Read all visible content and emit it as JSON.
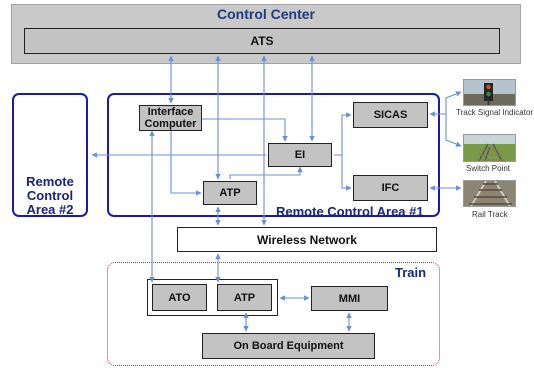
{
  "control_center": {
    "title": "Control Center",
    "ats_label": "ATS"
  },
  "remote_area_1": {
    "label": "Remote Control Area #1",
    "interface_computer": "Interface Computer",
    "ei": "EI",
    "atp": "ATP",
    "sicas": "SICAS",
    "ifc": "IFC"
  },
  "remote_area_2": {
    "line1": "Remote",
    "line2": "Control",
    "line3": "Area #2"
  },
  "wireless_network": "Wireless Network",
  "train": {
    "label": "Train",
    "ato": "ATO",
    "atp": "ATP",
    "mmi": "MMI",
    "on_board_equipment": "On Board Equipment"
  },
  "field_devices": {
    "track_signal_indicator": "Track Signal  Indicator",
    "switch_point": "Switch Point",
    "rail_track": "Rail Track"
  },
  "colors": {
    "link_line": "#6b8fd6",
    "area_frame": "#1a1ab0",
    "train_frame": "#e02020",
    "box_fill": "#c3c3c3",
    "title_text": "#1f3a7a"
  }
}
